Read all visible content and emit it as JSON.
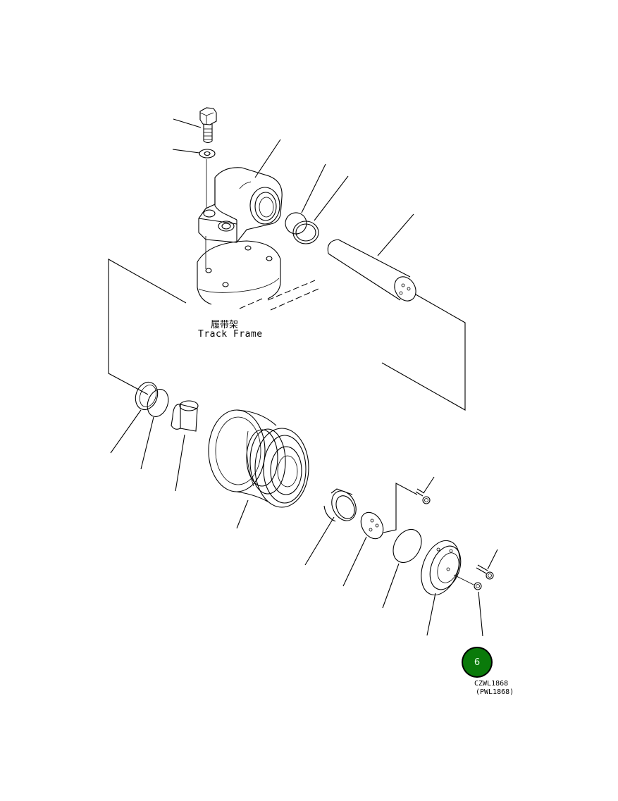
{
  "labels": {
    "frame_cn": "履带架",
    "frame_en": "Track Frame"
  },
  "badge": {
    "number": "6",
    "color": "#0a7a0a"
  },
  "drawing_codes": {
    "primary": "CZWL1868",
    "secondary": "(PWL1868)"
  }
}
